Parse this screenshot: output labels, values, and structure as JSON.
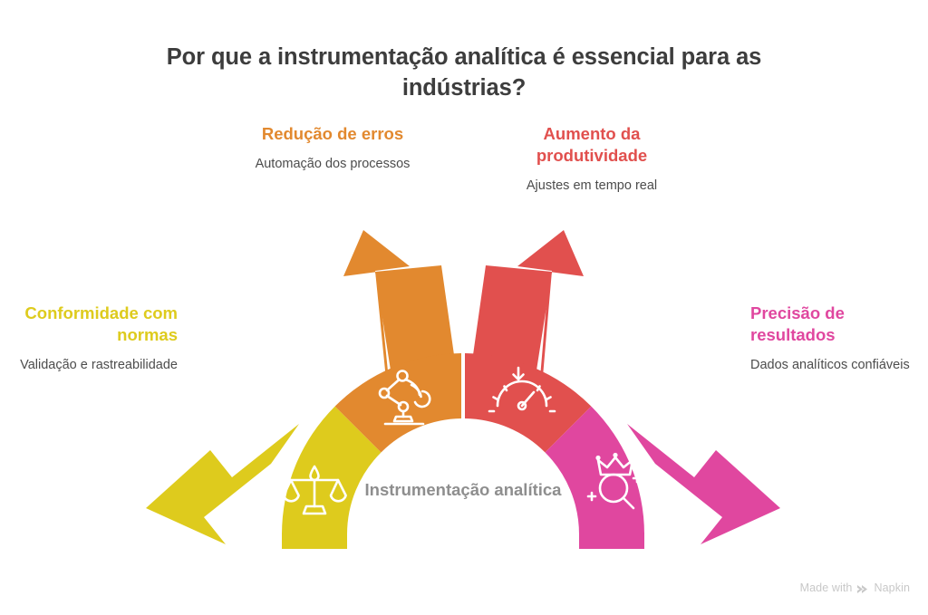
{
  "page": {
    "background_color": "#ffffff",
    "title": "Por que a instrumentação analítica é essencial para as indústrias?",
    "center_label": "Instrumentação analítica"
  },
  "watermark": {
    "prefix": "Made with",
    "brand": "Napkin",
    "logo_icon": "napkin-chevrons-icon",
    "color": "#c8c8c8"
  },
  "colors": {
    "yellow": "#DECB1D",
    "orange": "#E2892F",
    "red": "#E1504E",
    "pink": "#E0479F",
    "title_text": "#3d3d3d",
    "body_text": "#4c4c4c",
    "center_text": "#8e8e8e"
  },
  "segments": [
    {
      "id": "conformidade",
      "heading": "Conformidade com normas",
      "description": "Validação e rastreabilidade",
      "color": "#DECB1D",
      "icon": "balance-scales-icon",
      "arrow_direction": "upper-left",
      "position": "left"
    },
    {
      "id": "reducao",
      "heading": "Redução de erros",
      "description": "Automação dos processos",
      "color": "#E2892F",
      "icon": "robot-arm-icon",
      "arrow_direction": "up-left",
      "position": "upper-left"
    },
    {
      "id": "aumento",
      "heading": "Aumento da produtividade",
      "description": "Ajustes em tempo real",
      "color": "#E1504E",
      "icon": "gauge-speedometer-icon",
      "arrow_direction": "up-right",
      "position": "upper-right"
    },
    {
      "id": "precisao",
      "heading": "Precisão de resultados",
      "description": "Dados analíticos confiáveis",
      "color": "#E0479F",
      "icon": "crown-magnifier-icon",
      "arrow_direction": "upper-right",
      "position": "right"
    }
  ]
}
